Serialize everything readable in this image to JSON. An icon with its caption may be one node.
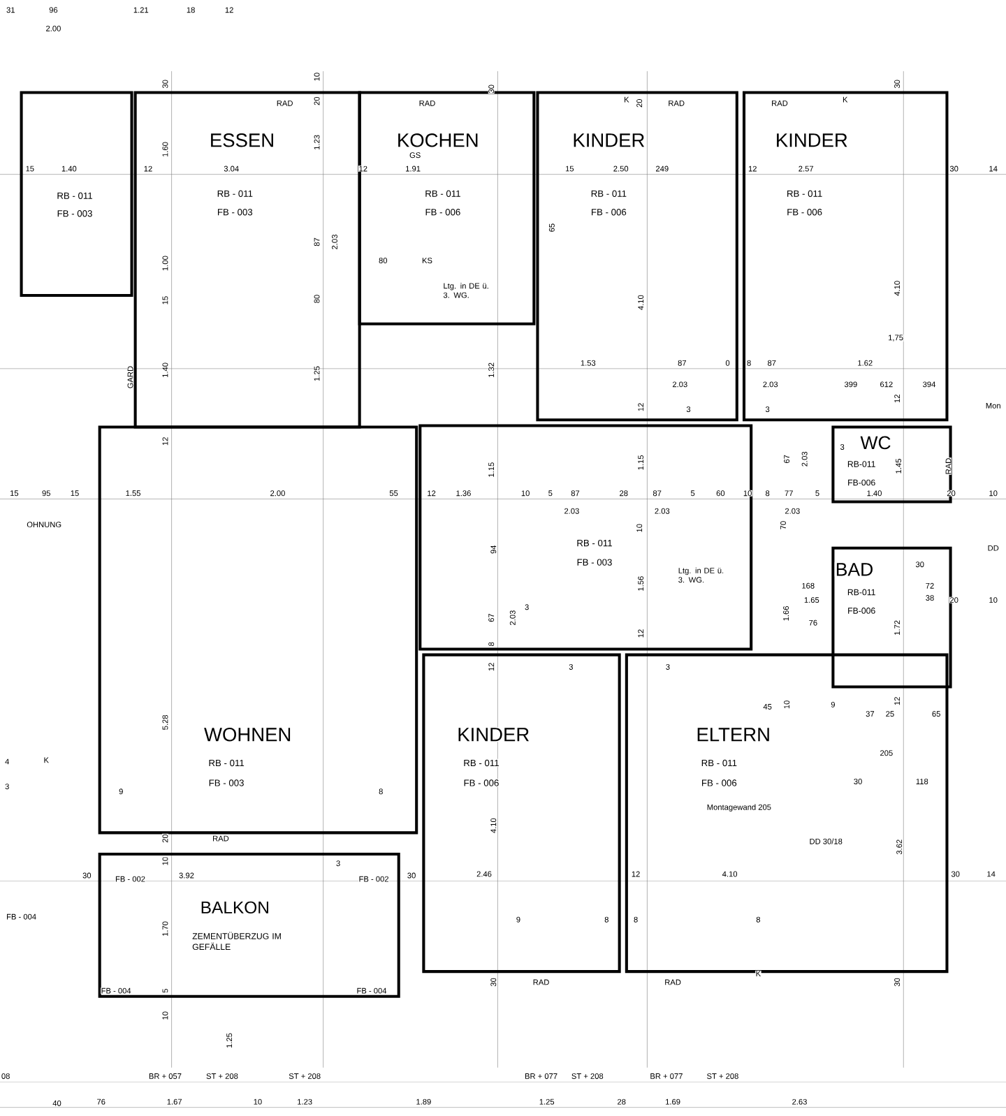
{
  "diagram": {
    "nodes": [
      {
        "text": [
          "RB - 011",
          "FB - 003"
        ]
      },
      {
        "text": [
          "ESSEN",
          "RB - 011",
          "FB - 003"
        ]
      },
      {
        "text": [
          "KOCHEN",
          "RB - 011",
          "FB - 006"
        ]
      },
      {
        "text": [
          "KINDER",
          "RB - 011",
          "FB - 006"
        ]
      },
      {
        "text": [
          "KINDER",
          "RB - 011",
          "FB - 006"
        ]
      },
      {
        "text": [
          "RB - 011",
          "FB - 003"
        ]
      },
      {
        "text": [
          "WC",
          "RB-011",
          "FB-006"
        ]
      },
      {
        "text": [
          "BAD",
          "RB-011",
          "FB-006"
        ]
      },
      {
        "text": [
          "WOHNEN",
          "RB - 011",
          "FB - 003"
        ]
      },
      {
        "text": [
          "KINDER",
          "RB - 011",
          "FB - 006"
        ]
      },
      {
        "text": [
          "ELTERN",
          "RB - 011",
          "FB - 006"
        ]
      },
      {
        "text": [
          "BALKON",
          "ZEMENTÜBERZUG IM GEFÄLLE"
        ]
      }
    ],
    "labels": [
      "OHNUNG",
      "31",
      "96",
      "2.00",
      "1.21",
      "18",
      "12",
      "30",
      "10",
      "20",
      "RAD",
      "RAD",
      "30",
      "K",
      "20",
      "RAD",
      "RAD",
      "K",
      "30",
      "1.60",
      "1.23",
      "GS",
      "15",
      "1.40",
      "12",
      "3.04",
      "12",
      "1.91",
      "15",
      "2.50",
      "249",
      "12",
      "2.57",
      "30",
      "14",
      "87",
      "2.03",
      "65",
      "80",
      "KS",
      "1.00",
      "15",
      "80",
      "4.10",
      "4.10",
      "1,75",
      "1.40",
      "GARD",
      "1.25",
      "1.32",
      "1.53",
      "87",
      "0",
      "8",
      "87",
      "1.62",
      "2.03",
      "2.03",
      "399",
      "612",
      "394",
      "12",
      "12",
      "3",
      "3",
      "Mon",
      "12",
      "3",
      "67",
      "2.03",
      "1.15",
      "1.15",
      "1.45",
      "RAD",
      "15",
      "95",
      "15",
      "1.55",
      "2.00",
      "55",
      "12",
      "1.36",
      "10",
      "5",
      "87",
      "28",
      "87",
      "5",
      "60",
      "10",
      "8",
      "77",
      "5",
      "1.40",
      "20",
      "10",
      "2.03",
      "2.03",
      "2.03",
      "10",
      "70",
      "DD",
      "94",
      "Ltg. in DE ü. 3. WG.",
      "Ltg. in DE ü. 3. WG.",
      "1.56",
      "30",
      "168",
      "72",
      "1.65",
      "38",
      "20",
      "10",
      "1.66",
      "67",
      "2.03",
      "3",
      "76",
      "1.72",
      "8",
      "12",
      "12",
      "3",
      "3",
      "45",
      "10",
      "9",
      "12",
      "37",
      "25",
      "65",
      "5.28",
      "205",
      "4",
      "K",
      "30",
      "118",
      "3",
      "9",
      "8",
      "Montagewand 205",
      "4.10",
      "20",
      "RAD",
      "DD 30/18",
      "3.62",
      "10",
      "3",
      "30",
      "FB - 002",
      "3.92",
      "FB - 002",
      "30",
      "2.46",
      "12",
      "4.10",
      "30",
      "14",
      "FB - 004",
      "9",
      "8",
      "8",
      "8",
      "1.70",
      "RAD",
      "RAD",
      "K",
      "30",
      "30",
      "FB - 004",
      "5",
      "FB - 004",
      "10",
      "1.25",
      "08",
      "BR + 057",
      "ST + 208",
      "ST + 208",
      "BR + 077",
      "ST + 208",
      "BR + 077",
      "ST + 208",
      "40",
      "76",
      "1.67",
      "10",
      "1.23",
      "1.89",
      "1.25",
      "28",
      "1.69",
      "2.63"
    ]
  }
}
